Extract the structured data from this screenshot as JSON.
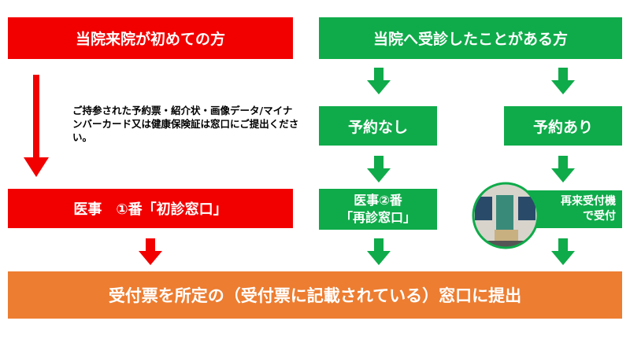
{
  "first_visit": {
    "title": "当院来院が初めての方",
    "note": "ご持参された予約票・紹介状・画像データ/マイナンバーカード又は健康保険証は窓口にご提出ください。",
    "window": "医事　①番「初診窓口」"
  },
  "return_visit": {
    "title": "当院へ受診したことがある方",
    "no_reservation": "予約なし",
    "no_reservation_window_line1": "医事②番",
    "no_reservation_window_line2": "「再診窓口」",
    "reservation": "予約あり",
    "kiosk_line1": "再来受付機",
    "kiosk_line2": "で受付"
  },
  "final": "受付票を所定の（受付票に記載されている）窓口に提出",
  "colors": {
    "red": "#f20000",
    "green": "#0fab4a",
    "orange": "#ed7d31"
  }
}
